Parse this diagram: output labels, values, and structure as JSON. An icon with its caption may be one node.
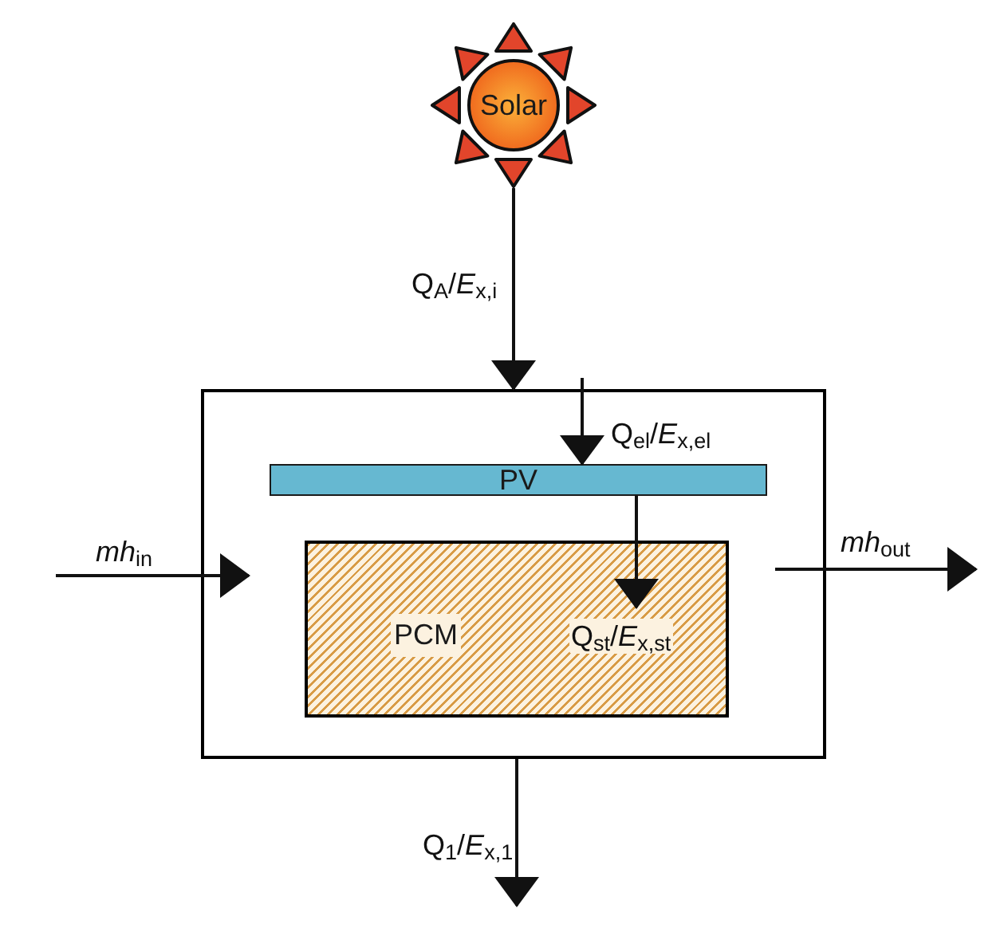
{
  "diagram": {
    "nodes": [
      {
        "text": [
          "Solar"
        ]
      },
      {
        "text": [],
        "shape": "box"
      },
      {
        "text": [
          "PV"
        ],
        "in": 1
      },
      {
        "text": [
          "PCM"
        ],
        "in": 1
      }
    ],
    "edges": [
      {
        "from": 0,
        "to": 1,
        "arrow": "to",
        "label": "Q$_{A}$/*E*$_{x,i}$"
      },
      {
        "from": null,
        "to": 2,
        "arrow": "to",
        "label": "Q$_{el}$/*E*$_{x,el}$"
      },
      {
        "from": null,
        "to": 1,
        "arrow": "to",
        "label": "*mh*$_{in}$"
      },
      {
        "from": 2,
        "to": 3,
        "arrow": "to",
        "label": "Q$_{st}$/*E*$_{x,st}$"
      },
      {
        "from": 1,
        "to": null,
        "arrow": "to",
        "label": "*mh*$_{out}$"
      },
      {
        "from": 1,
        "to": null,
        "arrow": "to",
        "label": "Q$_{1}$/*E*$_{x,1}$"
      }
    ]
  }
}
